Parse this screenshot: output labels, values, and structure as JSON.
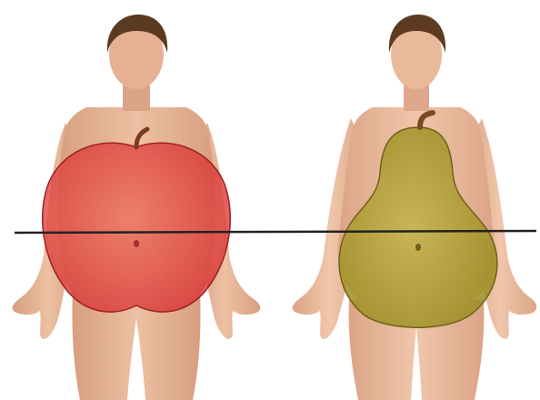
{
  "image": {
    "background": "#ffffff",
    "figures": [
      {
        "name": "apple-shape-figure",
        "overlay": "apple",
        "overlay_color": "#e23b3b",
        "skin_color": "#e7b394",
        "hair_color": "#5b3a22"
      },
      {
        "name": "pear-shape-figure",
        "overlay": "pear",
        "overlay_color": "#a89a2c",
        "skin_color": "#e9bca0",
        "hair_color": "#5e3b20"
      }
    ],
    "reference_line_color": "#222222"
  }
}
